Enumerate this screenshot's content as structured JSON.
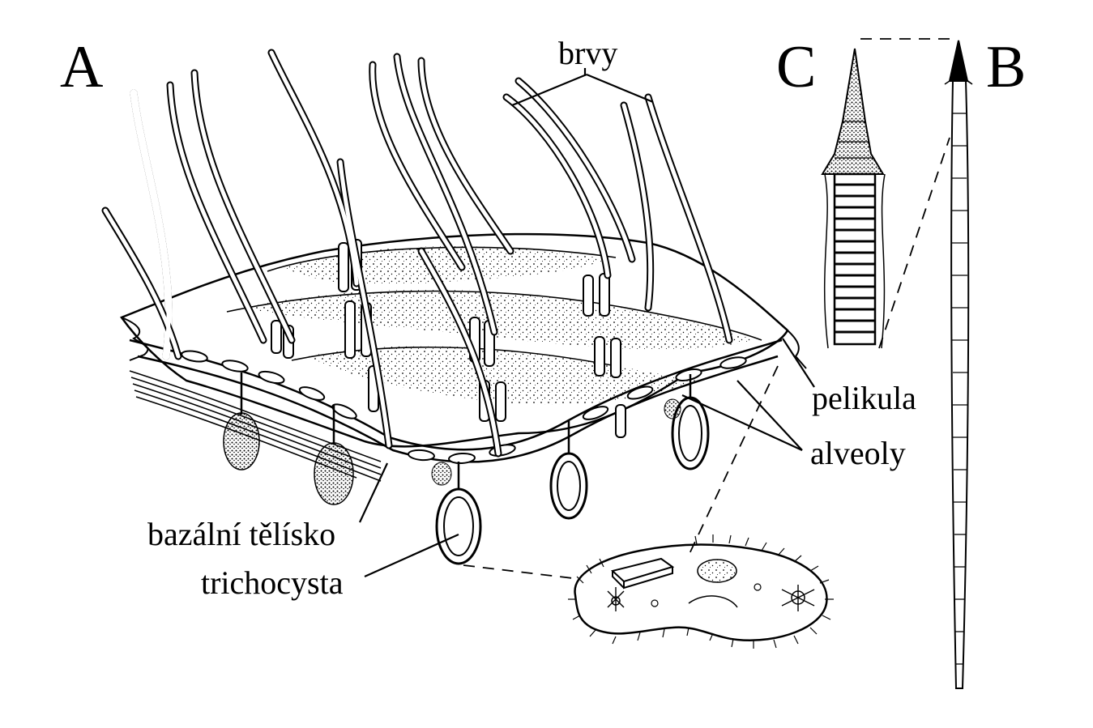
{
  "panels": {
    "a": "A",
    "b": "B",
    "c": "C"
  },
  "labels": {
    "cilia": "brvy",
    "pellicle": "pelikula",
    "alveoli": "alveoly",
    "basal_body": "bazální tělísko",
    "trichocyst": "trichocysta"
  }
}
